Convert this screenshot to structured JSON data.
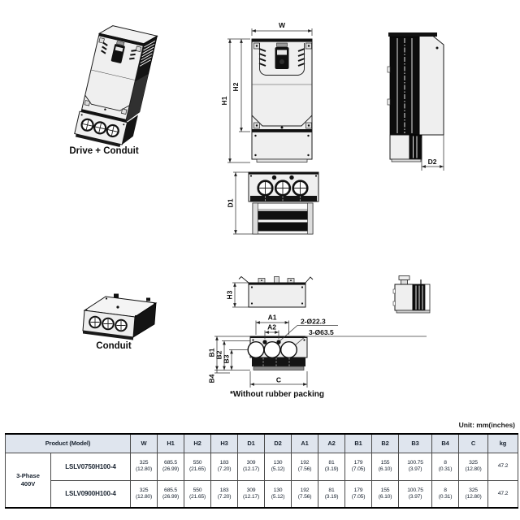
{
  "unit_note": "Unit: mm(inches)",
  "captions": {
    "drive_conduit": "Drive + Conduit",
    "conduit": "Conduit",
    "packing_note": "*Without rubber packing"
  },
  "dim_labels": {
    "w": "W",
    "h1": "H1",
    "h2": "H2",
    "h3": "H3",
    "d1": "D1",
    "d2": "D2",
    "a1": "A1",
    "a2": "A2",
    "b1": "B1",
    "b2": "B2",
    "b3": "B3",
    "b4": "B4",
    "c": "C"
  },
  "hole_callouts": {
    "two_holes": "2-Ø22.3",
    "three_holes": "3-Ø63.5"
  },
  "table": {
    "product_header": "Product (Model)",
    "dim_columns": [
      "W",
      "H1",
      "H2",
      "H3",
      "D1",
      "D2",
      "A1",
      "A2",
      "B1",
      "B2",
      "B3",
      "B4",
      "C",
      "kg"
    ],
    "group": {
      "line1": "3-Phase",
      "line2": "400V"
    },
    "rows": [
      {
        "model": "LSLV0750H100-4",
        "values": [
          [
            "325",
            "(12.80)"
          ],
          [
            "685.5",
            "(26.99)"
          ],
          [
            "550",
            "(21.65)"
          ],
          [
            "183",
            "(7.20)"
          ],
          [
            "309",
            "(12.17)"
          ],
          [
            "130",
            "(5.12)"
          ],
          [
            "192",
            "(7.56)"
          ],
          [
            "81",
            "(3.19)"
          ],
          [
            "179",
            "(7.05)"
          ],
          [
            "155",
            "(6.10)"
          ],
          [
            "100.75",
            "(3.97)"
          ],
          [
            "8",
            "(0.31)"
          ],
          [
            "325",
            "(12.80)"
          ],
          [
            "47.2"
          ]
        ]
      },
      {
        "model": "LSLV0900H100-4",
        "values": [
          [
            "325",
            "(12.80)"
          ],
          [
            "685.5",
            "(26.99)"
          ],
          [
            "550",
            "(21.65)"
          ],
          [
            "183",
            "(7.20)"
          ],
          [
            "309",
            "(12.17)"
          ],
          [
            "130",
            "(5.12)"
          ],
          [
            "192",
            "(7.56)"
          ],
          [
            "81",
            "(3.19)"
          ],
          [
            "179",
            "(7.05)"
          ],
          [
            "155",
            "(6.10)"
          ],
          [
            "100.75",
            "(3.97)"
          ],
          [
            "8",
            "(0.31)"
          ],
          [
            "325",
            "(12.80)"
          ],
          [
            "47.2"
          ]
        ]
      }
    ]
  },
  "colors": {
    "header_bg": "#dfe5ee",
    "table_text": "#18222f",
    "line": "#1a1a1a",
    "fill_light": "#efefef",
    "fill_dark": "#141414"
  }
}
